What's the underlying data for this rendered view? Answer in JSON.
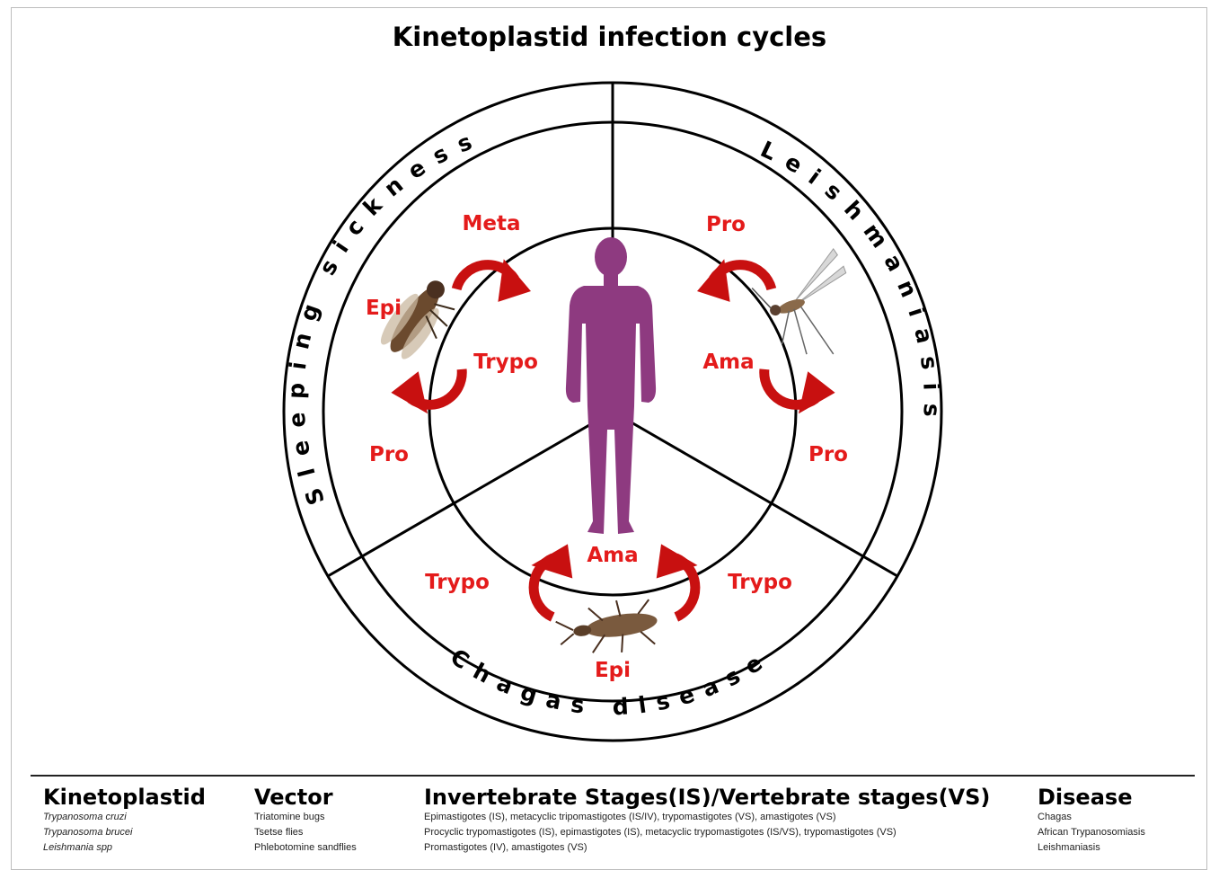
{
  "title": "Kinetoplastid infection cycles",
  "colors": {
    "stage_label": "#e41b1b",
    "human": "#8e3a80",
    "ring": "#000000"
  },
  "ring_labels": {
    "sleeping_sickness": "Sleeping sickness",
    "leishmaniasis": "Leishmaniasis",
    "chagas": "Chagas disease"
  },
  "stages": {
    "ss_meta": "Meta",
    "ss_epi": "Epi",
    "ss_trypo": "Trypo",
    "ss_pro": "Pro",
    "le_pro_top": "Pro",
    "le_ama": "Ama",
    "le_pro_bottom": "Pro",
    "ch_ama": "Ama",
    "ch_trypo_left": "Trypo",
    "ch_trypo_right": "Trypo",
    "ch_epi": "Epi"
  },
  "icons": [
    "human-figure-icon",
    "tsetse-fly-icon",
    "sandfly-icon",
    "triatomine-bug-icon",
    "curved-arrow-icon"
  ],
  "table": {
    "headers": {
      "kinetoplastid": "Kinetoplastid",
      "vector": "Vector",
      "stages": "Invertebrate Stages(IS)/Vertebrate stages(VS)",
      "disease": "Disease"
    },
    "kinetoplastid": [
      "Trypanosoma cruzi",
      "Trypanosoma brucei",
      "Leishmania spp"
    ],
    "vector": [
      "Triatomine  bugs",
      "Tsetse flies",
      "Phlebotomine  sandflies"
    ],
    "stages": [
      "Epimastigotes  (IS),  metacyclic tripomastigotes  (IS/IV),  trypomastigotes  (VS),  amastigotes  (VS)",
      "Procyclic trypomastigotes  (IS),  epimastigotes  (IS),  metacyclic trypomastigotes  (IS/VS),  trypomastigotes  (VS)",
      "Promastigotes  (IV),  amastigotes  (VS)"
    ],
    "disease": [
      "Chagas",
      "African Trypanosomiasis",
      "Leishmaniasis"
    ]
  }
}
